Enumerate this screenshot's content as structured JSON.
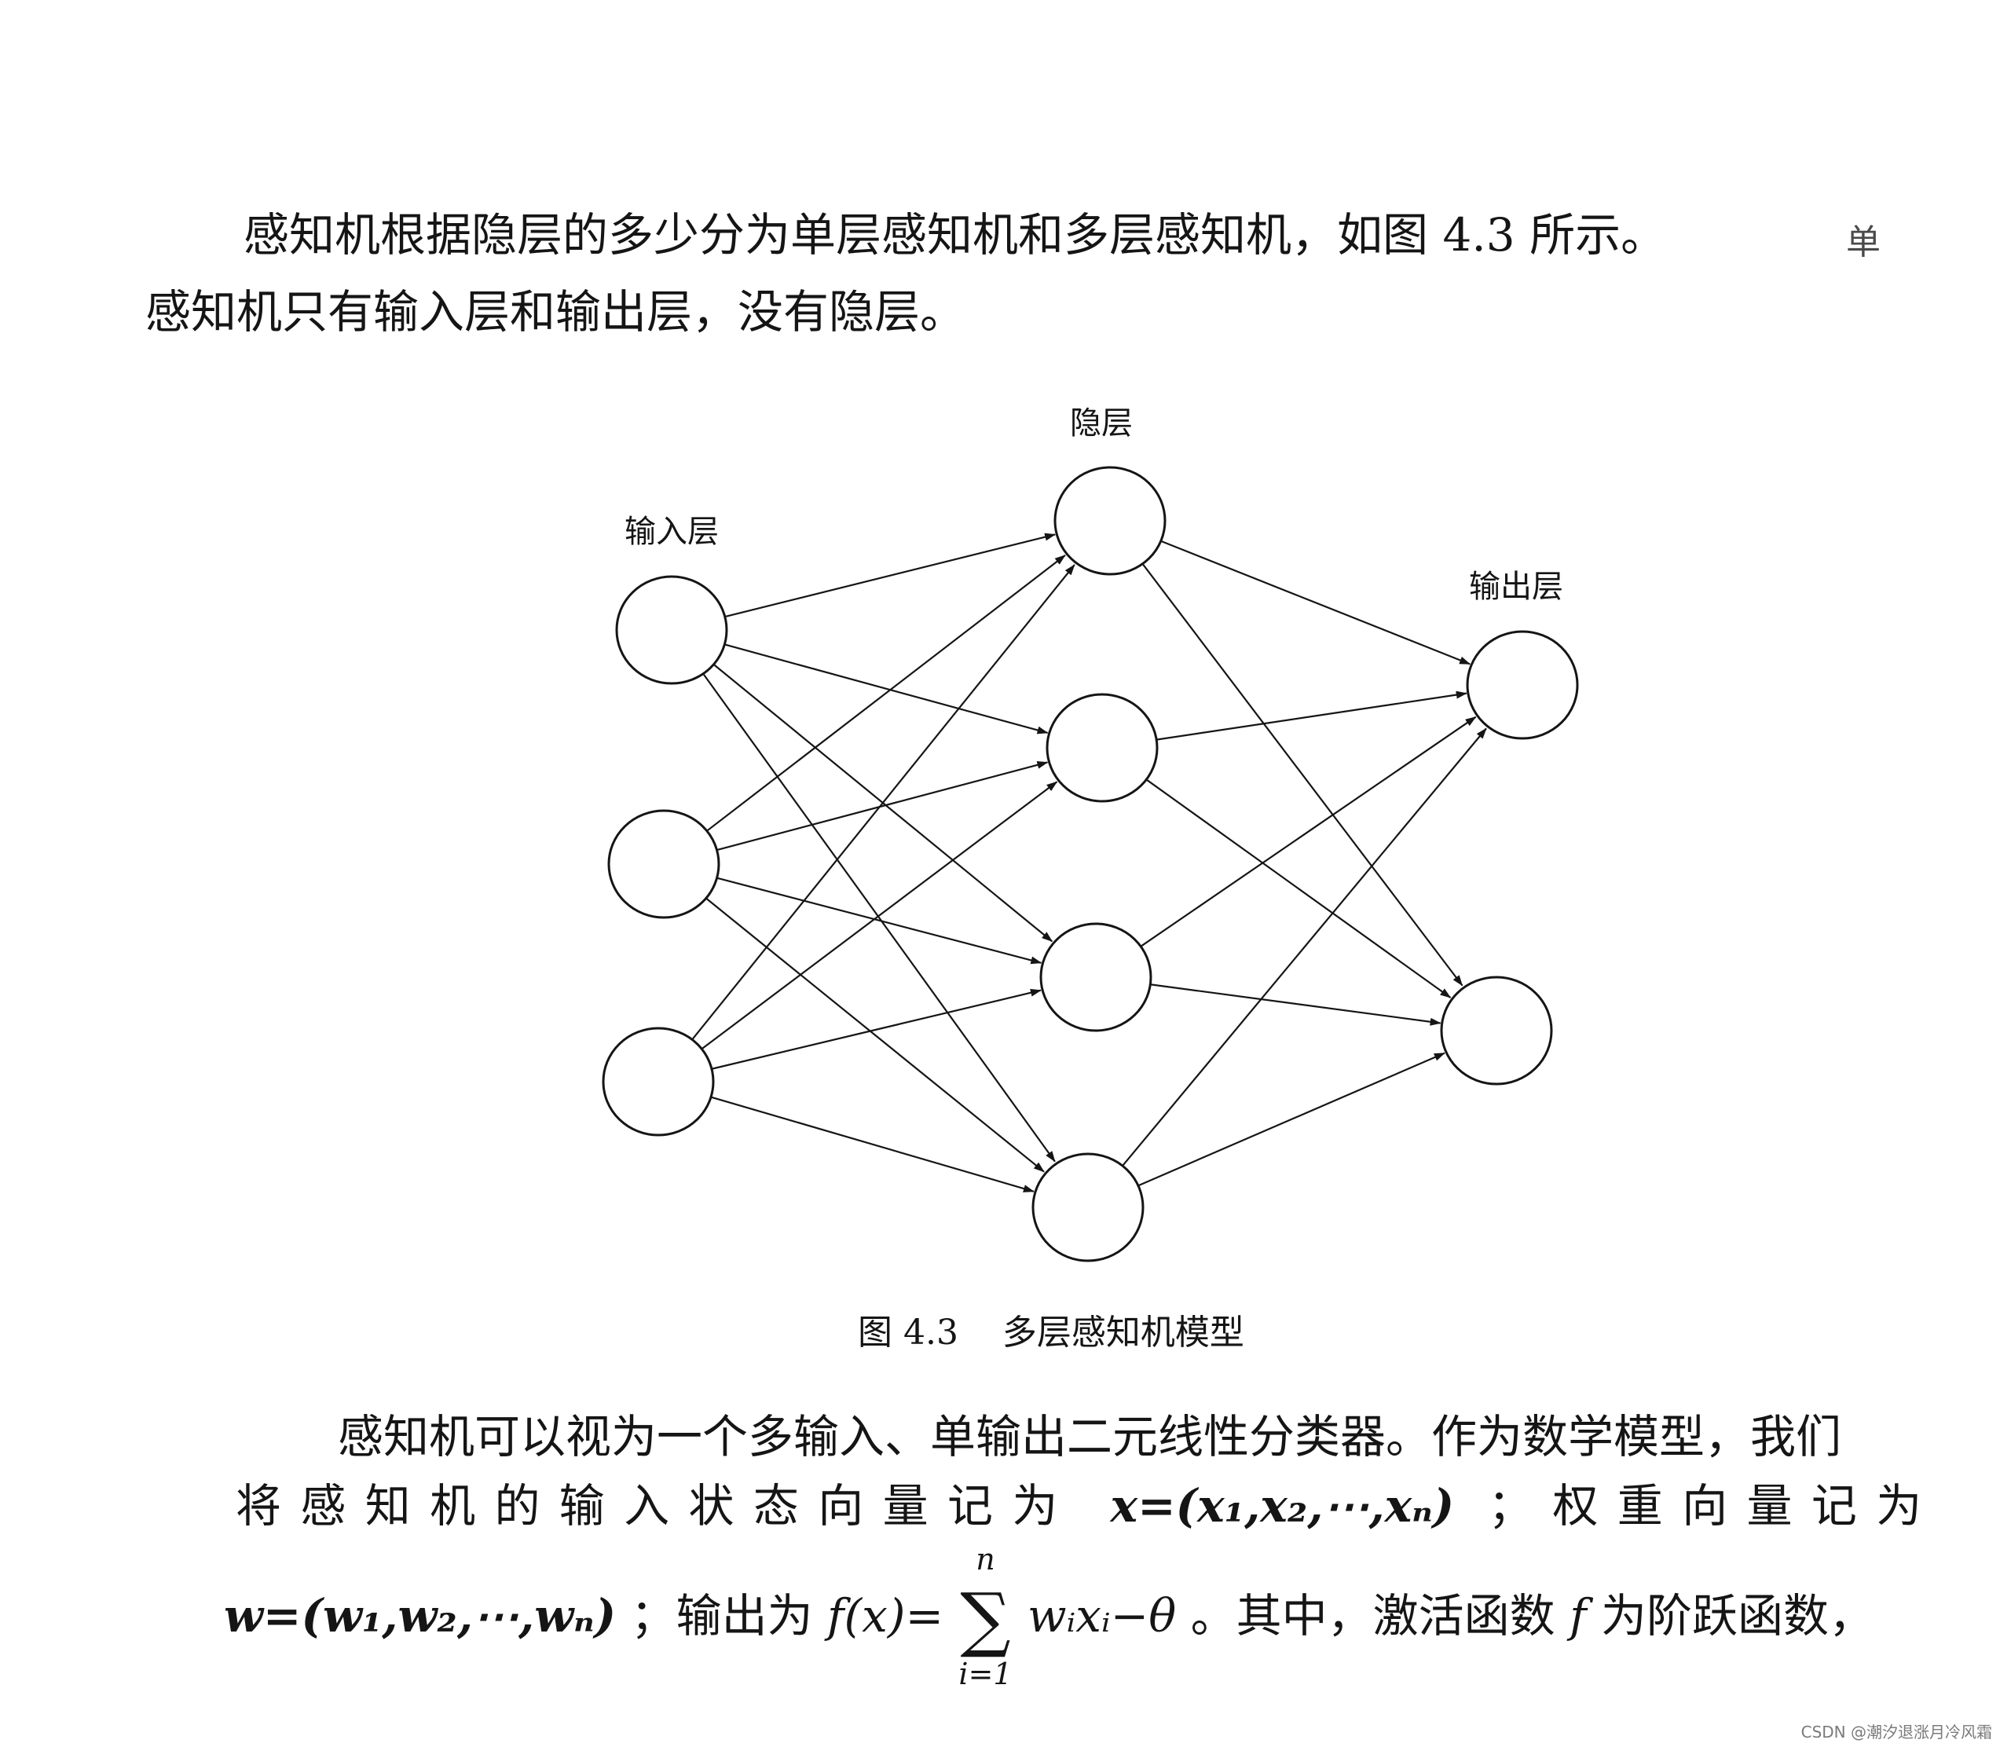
{
  "text": {
    "p1_line1": "感知机根据隐层的多少分为单层感知机和多层感知机，如图 4.3 所示。",
    "p1_mark": "单",
    "p1_line2": "感知机只有输入层和输出层，没有隐层。",
    "p2_line1": "感知机可以视为一个多输入、单输出二元线性分类器。作为数学模型，我们",
    "p2_line2_prefix": "将感知机的输入状态向量记为",
    "x_eq": "x=(x₁,x₂,⋯,xₙ)",
    "p2_line2_mid": "；权重向量记为",
    "w_eq": "w=(w₁,w₂,⋯,wₙ)",
    "p2_line3_mid": "；输出为",
    "f_eq": "f(x)=",
    "sum_top": "n",
    "sum_bot": "i=1",
    "sum_body": "wᵢxᵢ−θ",
    "p2_line3_suffix": "。其中，激活函数",
    "f_var": "f",
    "p2_line3_end": "为阶跃函数，"
  },
  "diagram": {
    "labels": {
      "input": "输入层",
      "hidden": "隐层",
      "output": "输出层"
    },
    "layers": [
      {
        "name": "input",
        "nodes": 3
      },
      {
        "name": "hidden",
        "nodes": 4
      },
      {
        "name": "output",
        "nodes": 2
      }
    ],
    "caption": "图 4.3    多层感知机模型"
  },
  "watermark": "CSDN @潮汐退涨月冷风霜"
}
